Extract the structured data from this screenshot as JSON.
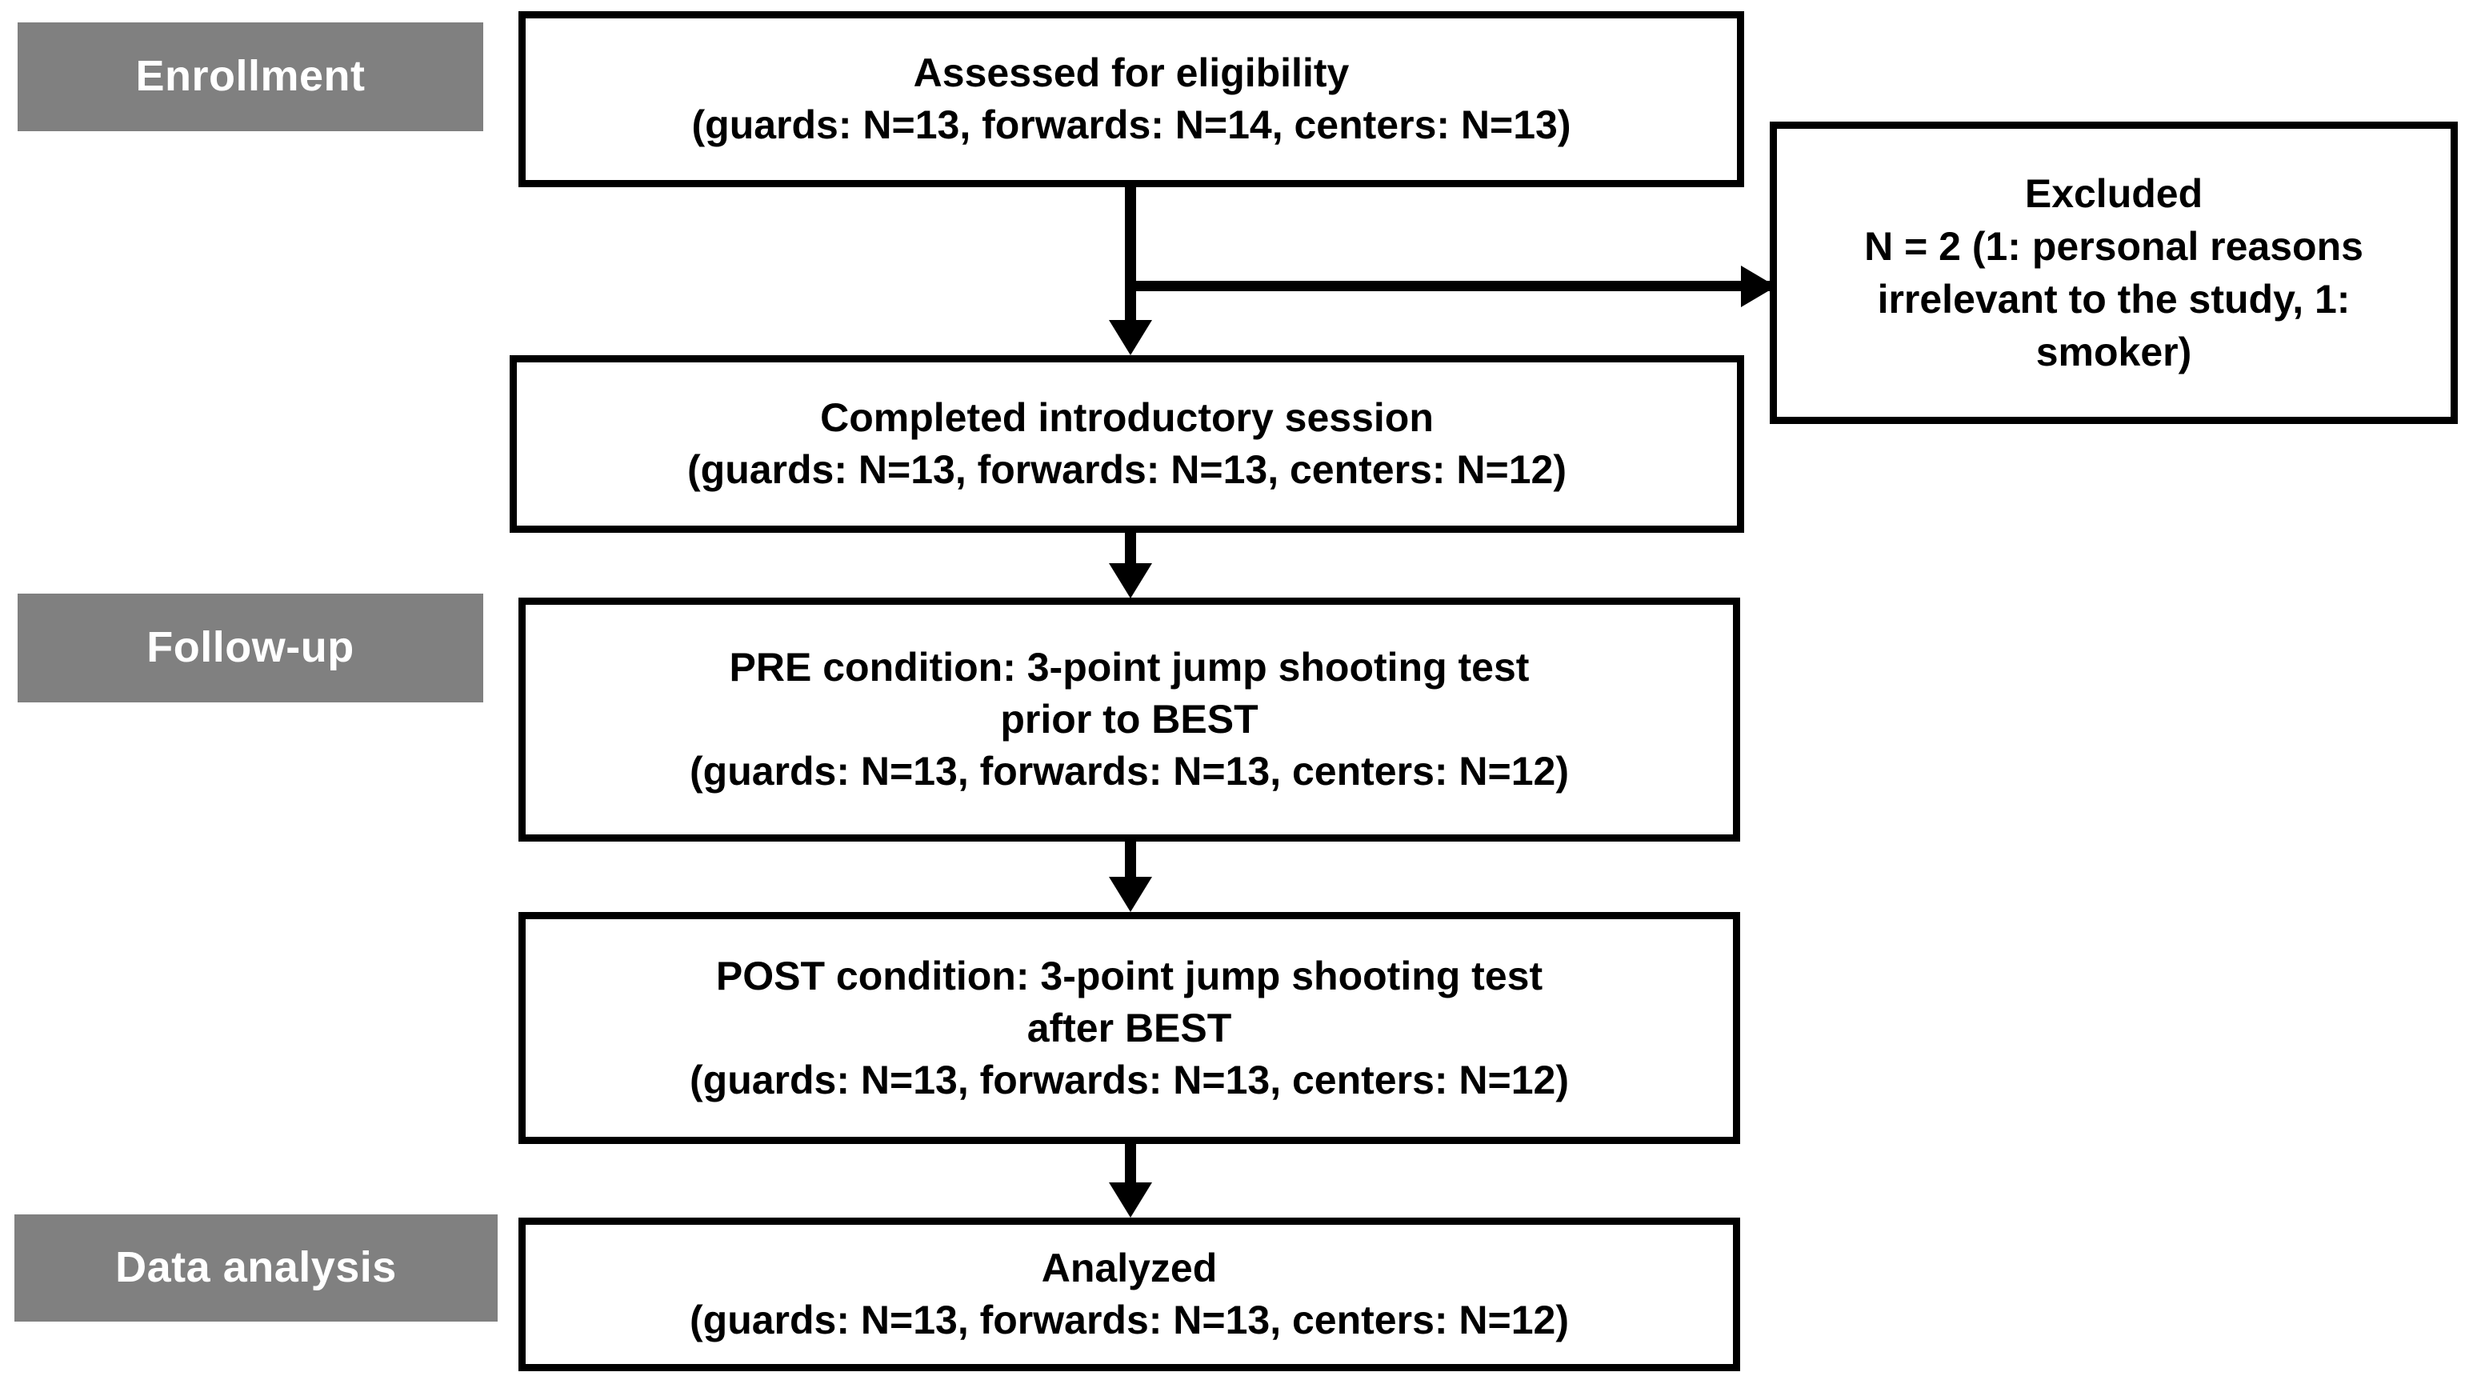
{
  "diagram": {
    "title": "CONSORT participant flow diagram",
    "colors": {
      "stage_label_background": "#808080",
      "stage_label_text": "#ffffff",
      "box_border": "#000000",
      "box_background": "#ffffff",
      "box_text": "#000000",
      "connector": "#000000"
    },
    "stages": [
      {
        "id": "enrollment",
        "label": "Enrollment"
      },
      {
        "id": "follow-up",
        "label": "Follow-up"
      },
      {
        "id": "data-analysis",
        "label": "Data analysis"
      }
    ],
    "boxes": [
      {
        "id": "assessed-for-eligibility",
        "stage": "enrollment",
        "lines": [
          "Assessed for eligibility",
          "(guards: N=13, forwards: N=14, centers: N=13)"
        ]
      },
      {
        "id": "excluded",
        "stage": "enrollment",
        "lines": [
          "Excluded",
          "N = 2 (1: personal reasons",
          "irrelevant to the study, 1:",
          "smoker)"
        ]
      },
      {
        "id": "completed-introductory-session",
        "stage": "enrollment",
        "lines": [
          "Completed introductory session",
          "(guards: N=13, forwards: N=13, centers: N=12)"
        ]
      },
      {
        "id": "pre-condition",
        "stage": "follow-up",
        "lines": [
          "PRE condition: 3-point jump shooting test",
          "prior to BEST",
          "(guards: N=13, forwards: N=13, centers: N=12)"
        ]
      },
      {
        "id": "post-condition",
        "stage": "follow-up",
        "lines": [
          "POST condition: 3-point jump shooting test",
          "after BEST",
          "(guards: N=13, forwards: N=13, centers: N=12)"
        ]
      },
      {
        "id": "analyzed",
        "stage": "data-analysis",
        "lines": [
          "Analyzed",
          "(guards: N=13, forwards: N=13, centers: N=12)"
        ]
      }
    ],
    "connectors": [
      {
        "id": "assessed-to-completed",
        "from": "assessed-for-eligibility",
        "to": "completed-introductory-session",
        "direction": "down"
      },
      {
        "id": "assessed-to-excluded",
        "from": "assessed-for-eligibility",
        "to": "excluded",
        "direction": "right"
      },
      {
        "id": "completed-to-pre",
        "from": "completed-introductory-session",
        "to": "pre-condition",
        "direction": "down"
      },
      {
        "id": "pre-to-post",
        "from": "pre-condition",
        "to": "post-condition",
        "direction": "down"
      },
      {
        "id": "post-to-analyzed",
        "from": "post-condition",
        "to": "analyzed",
        "direction": "down"
      }
    ]
  }
}
